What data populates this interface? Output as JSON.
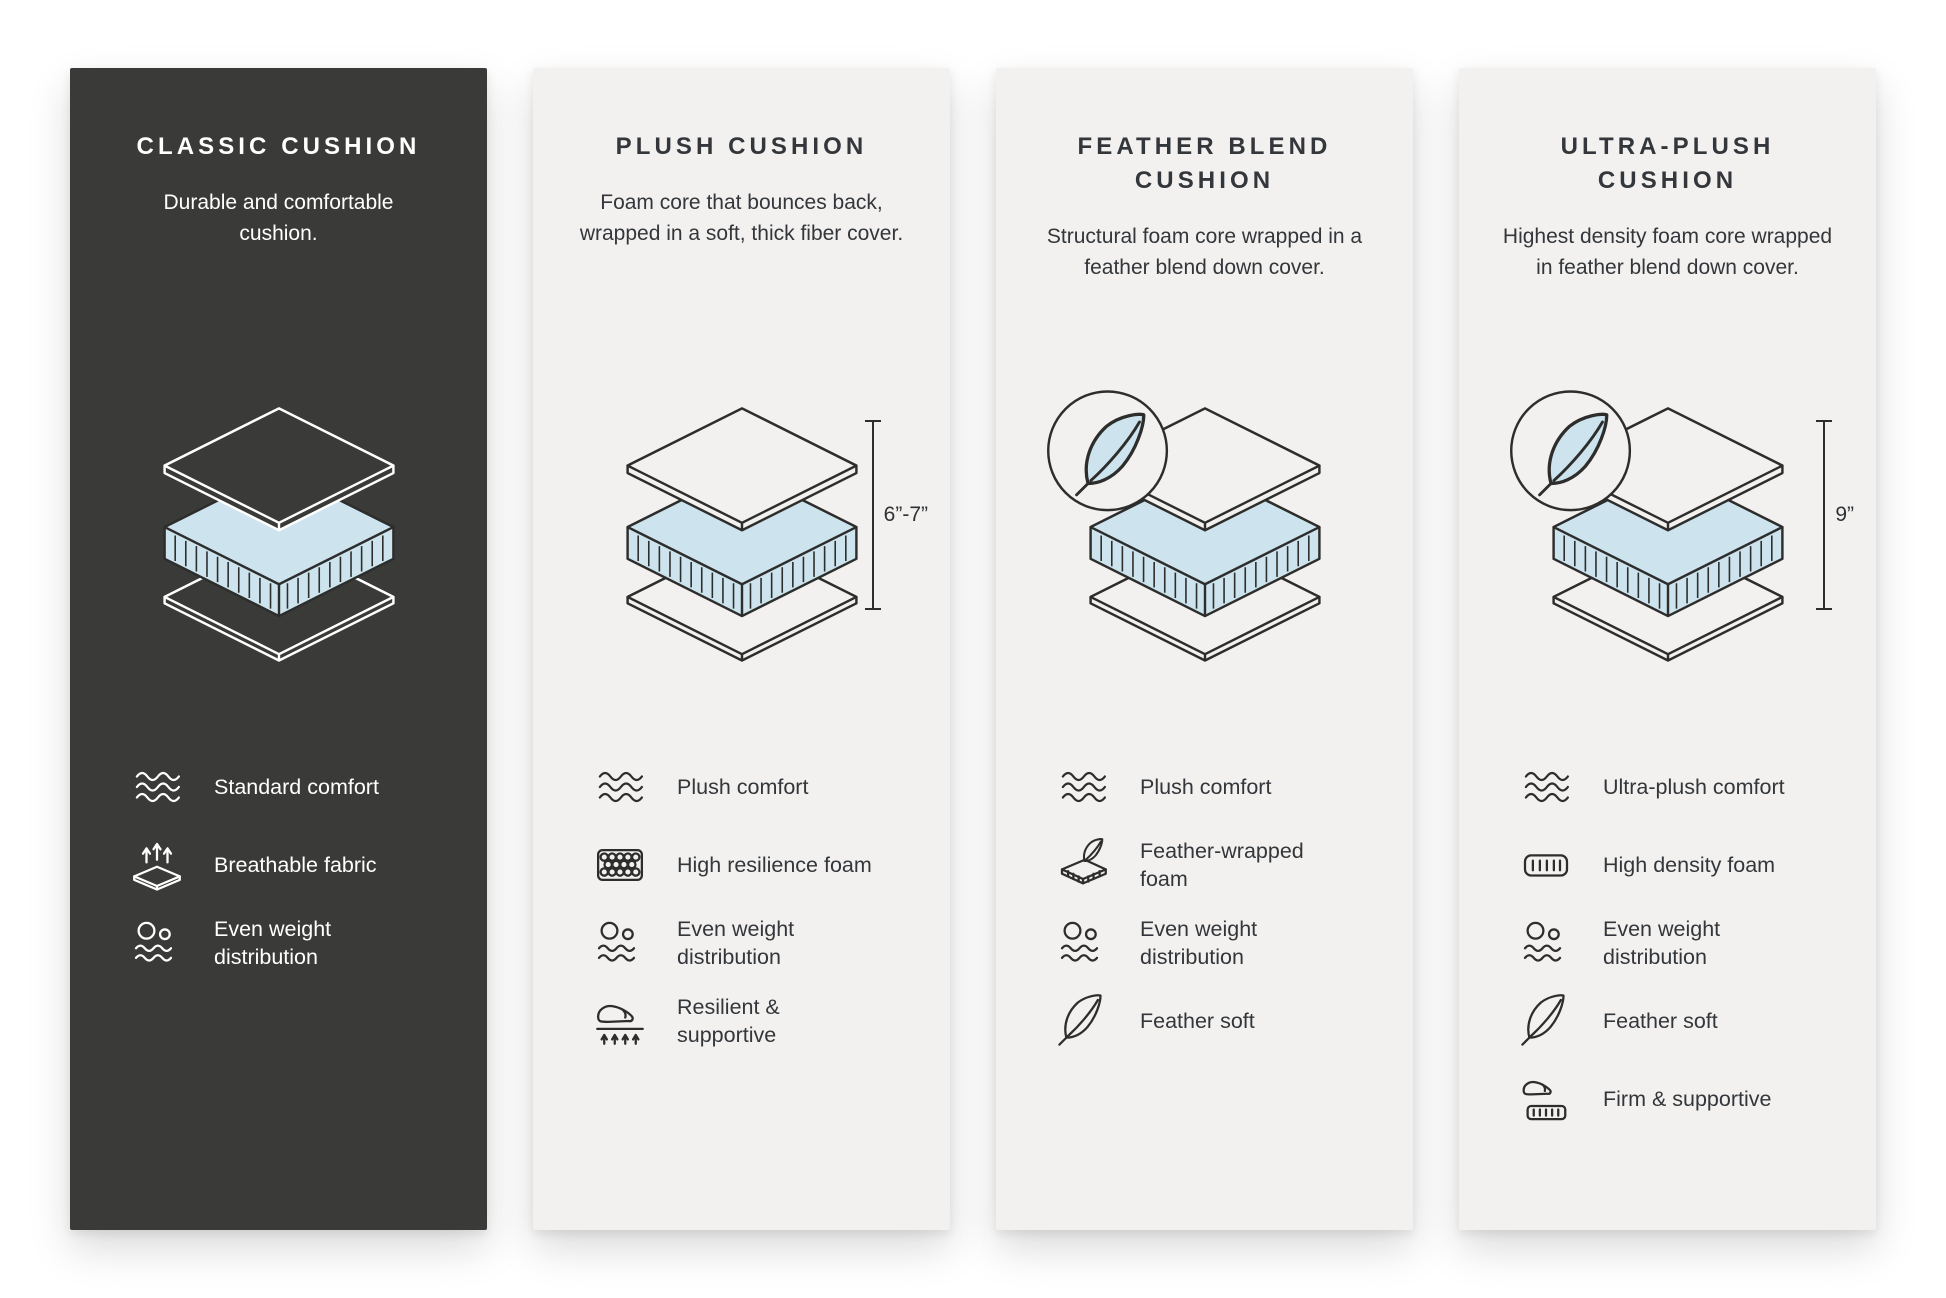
{
  "colors": {
    "dark_card_bg": "#3a3a38",
    "light_card_bg": "#f2f1ef",
    "foam_blue": "#cde4ee",
    "line_dark": "#2d2d2c",
    "line_light": "#ffffff"
  },
  "cards": [
    {
      "id": "classic",
      "theme": "dark",
      "title": "CLASSIC CUSHION",
      "description": "Durable and comfortable cushion.",
      "has_feather_badge": false,
      "features": [
        {
          "icon": "waves-comfort-icon",
          "label": "Standard comfort"
        },
        {
          "icon": "breathable-fabric-icon",
          "label": "Breathable fabric"
        },
        {
          "icon": "even-weight-icon",
          "label": "Even weight distribution"
        }
      ]
    },
    {
      "id": "plush",
      "theme": "light",
      "title": "PLUSH CUSHION",
      "description": "Foam core that bounces back, wrapped in a soft, thick fiber cover.",
      "measurement_label": "6”-7”",
      "has_feather_badge": false,
      "features": [
        {
          "icon": "waves-comfort-icon",
          "label": "Plush comfort"
        },
        {
          "icon": "high-resilience-foam-icon",
          "label": "High resilience foam"
        },
        {
          "icon": "even-weight-icon",
          "label": "Even weight distribution"
        },
        {
          "icon": "resilient-hand-icon",
          "label": "Resilient & supportive"
        }
      ]
    },
    {
      "id": "feather-blend",
      "theme": "light",
      "title": "FEATHER BLEND CUSHION",
      "description": "Structural foam core wrapped in a feather blend down cover.",
      "has_feather_badge": true,
      "features": [
        {
          "icon": "waves-comfort-icon",
          "label": "Plush comfort"
        },
        {
          "icon": "feather-wrapped-foam-icon",
          "label": "Feather-wrapped foam"
        },
        {
          "icon": "even-weight-icon",
          "label": "Even weight distribution"
        },
        {
          "icon": "feather-icon",
          "label": "Feather soft"
        }
      ]
    },
    {
      "id": "ultra-plush",
      "theme": "light",
      "title": "ULTRA-PLUSH CUSHION",
      "description": "Highest density foam core wrapped in feather blend down cover.",
      "measurement_label": "9”",
      "has_feather_badge": true,
      "features": [
        {
          "icon": "waves-comfort-icon",
          "label": "Ultra-plush comfort"
        },
        {
          "icon": "high-density-foam-icon",
          "label": "High density foam"
        },
        {
          "icon": "even-weight-icon",
          "label": "Even weight distribution"
        },
        {
          "icon": "feather-icon",
          "label": "Feather soft"
        },
        {
          "icon": "firm-hand-icon",
          "label": "Firm & supportive"
        }
      ]
    }
  ]
}
